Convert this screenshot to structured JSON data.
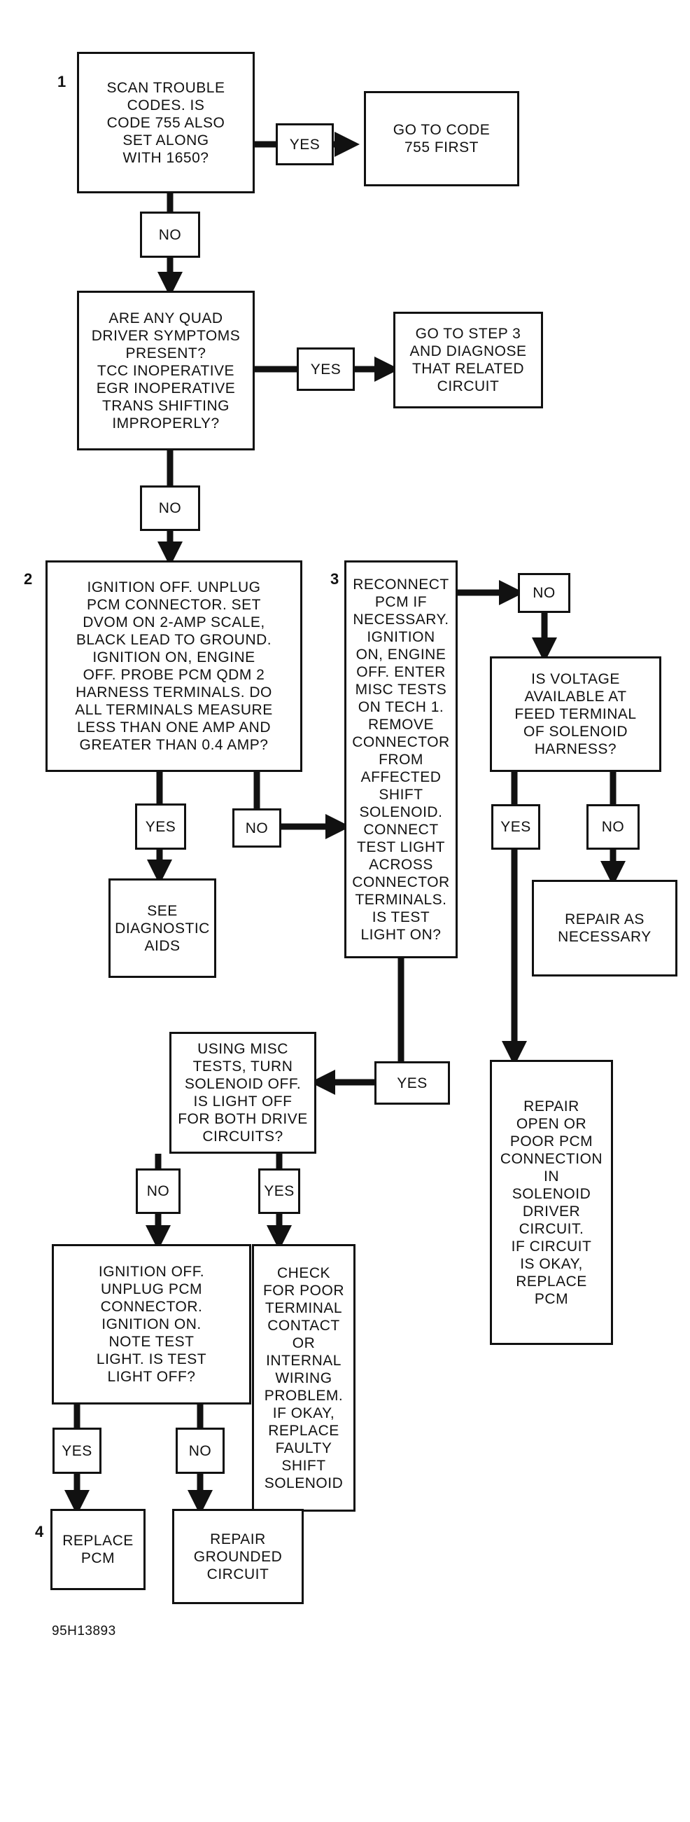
{
  "steps": {
    "s1": "1",
    "s2": "2",
    "s3": "3",
    "s4": "4"
  },
  "nodes": {
    "q_scan": "SCAN TROUBLE\nCODES. IS\nCODE 755 ALSO\nSET ALONG\nWITH 1650?",
    "a_goto755": "GO TO CODE\n755 FIRST",
    "q_quad": "ARE ANY QUAD\nDRIVER SYMPTOMS\nPRESENT?\nTCC INOPERATIVE\nEGR INOPERATIVE\nTRANS SHIFTING\nIMPROPERLY?",
    "a_step3": "GO TO STEP 3\nAND DIAGNOSE\nTHAT RELATED\nCIRCUIT",
    "q_ignition": "IGNITION OFF. UNPLUG\nPCM CONNECTOR. SET\nDVOM ON 2-AMP SCALE,\nBLACK LEAD TO GROUND.\nIGNITION ON, ENGINE\nOFF. PROBE PCM QDM 2\nHARNESS TERMINALS. DO\nALL TERMINALS MEASURE\nLESS THAN ONE AMP AND\nGREATER THAN 0.4 AMP?",
    "a_diag": "SEE\nDIAGNOSTIC\nAIDS",
    "q_reconnect": "RECONNECT\nPCM IF\nNECESSARY.\nIGNITION\nON, ENGINE\nOFF. ENTER\nMISC TESTS\nON TECH 1.\nREMOVE\nCONNECTOR\nFROM\nAFFECTED\nSHIFT\nSOLENOID.\nCONNECT\nTEST LIGHT\nACROSS\nCONNECTOR\nTERMINALS.\nIS TEST\nLIGHT ON?",
    "q_voltage": "IS VOLTAGE\nAVAILABLE AT\nFEED TERMINAL\nOF SOLENOID\nHARNESS?",
    "a_repair_nec": "REPAIR AS\nNECESSARY",
    "a_repair_open": "REPAIR\nOPEN OR\nPOOR PCM\nCONNECTION\nIN\nSOLENOID\nDRIVER\nCIRCUIT.\nIF CIRCUIT\nIS OKAY,\nREPLACE\nPCM",
    "q_misc": "USING MISC\nTESTS, TURN\nSOLENOID OFF.\nIS LIGHT OFF\nFOR BOTH DRIVE\nCIRCUITS?",
    "q_unplug": "IGNITION OFF.\nUNPLUG PCM\nCONNECTOR.\nIGNITION ON.\nNOTE TEST\nLIGHT. IS TEST\nLIGHT OFF?",
    "a_check": "CHECK\nFOR POOR\nTERMINAL\nCONTACT\nOR\nINTERNAL\nWIRING\nPROBLEM.\nIF OKAY,\nREPLACE\nFAULTY\nSHIFT\nSOLENOID",
    "a_replace_pcm": "REPLACE\nPCM",
    "a_repair_ground": "REPAIR\nGROUNDED\nCIRCUIT"
  },
  "labels": {
    "l_yes1": "YES",
    "l_no1": "NO",
    "l_yes2": "YES",
    "l_no2": "NO",
    "l_yes3": "YES",
    "l_no3": "NO",
    "l_no4": "NO",
    "l_yes4": "YES",
    "l_no5": "NO",
    "l_yes5": "YES",
    "l_no6": "NO",
    "l_yes6": "YES",
    "l_yes7": "YES",
    "l_no7": "NO"
  },
  "figure_id": "95H13893"
}
